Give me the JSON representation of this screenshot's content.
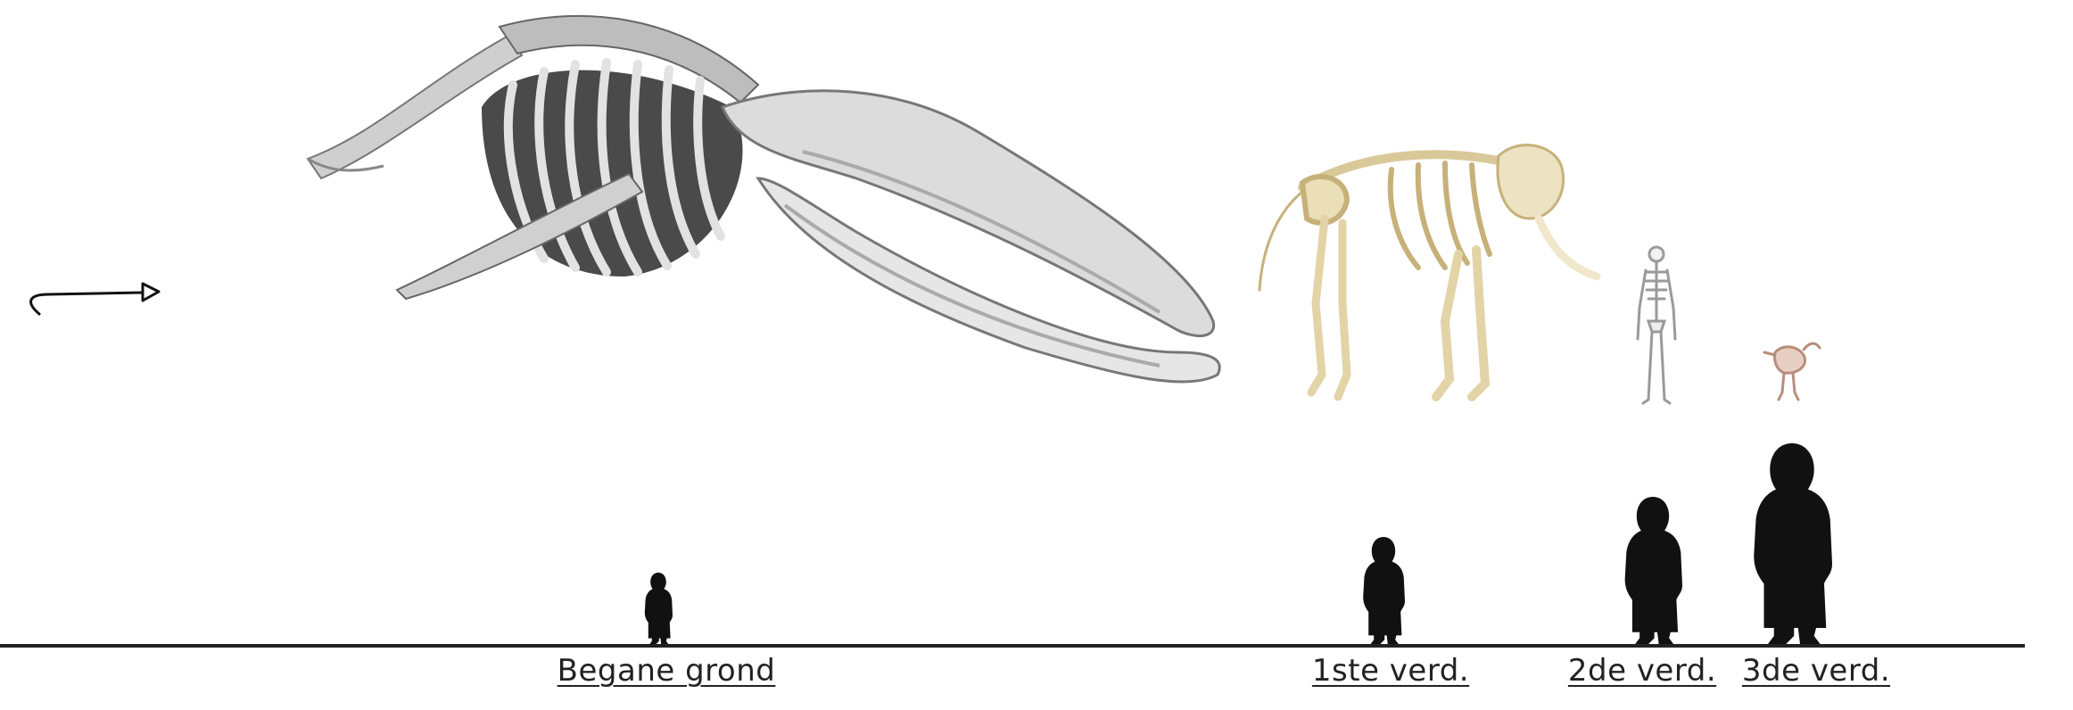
{
  "floors": [
    {
      "label": "Begane grond"
    },
    {
      "label": "1ste verd."
    },
    {
      "label": "2de verd."
    },
    {
      "label": "3de verd."
    }
  ],
  "icons": {
    "back_arrow": "return-arrow-icon",
    "whale": "whale-skeleton",
    "elephant": "elephant-skeleton",
    "human": "human-skeleton",
    "bird": "bird-skeleton",
    "person": "person-silhouette"
  },
  "colors": {
    "ground_line": "#222222",
    "silhouette": "#111111",
    "whale_bone": "#d9d9d9",
    "whale_dark": "#4a4a4a",
    "elephant_bone": "#e9dcb0",
    "bird_bone": "#d8b8a8"
  }
}
